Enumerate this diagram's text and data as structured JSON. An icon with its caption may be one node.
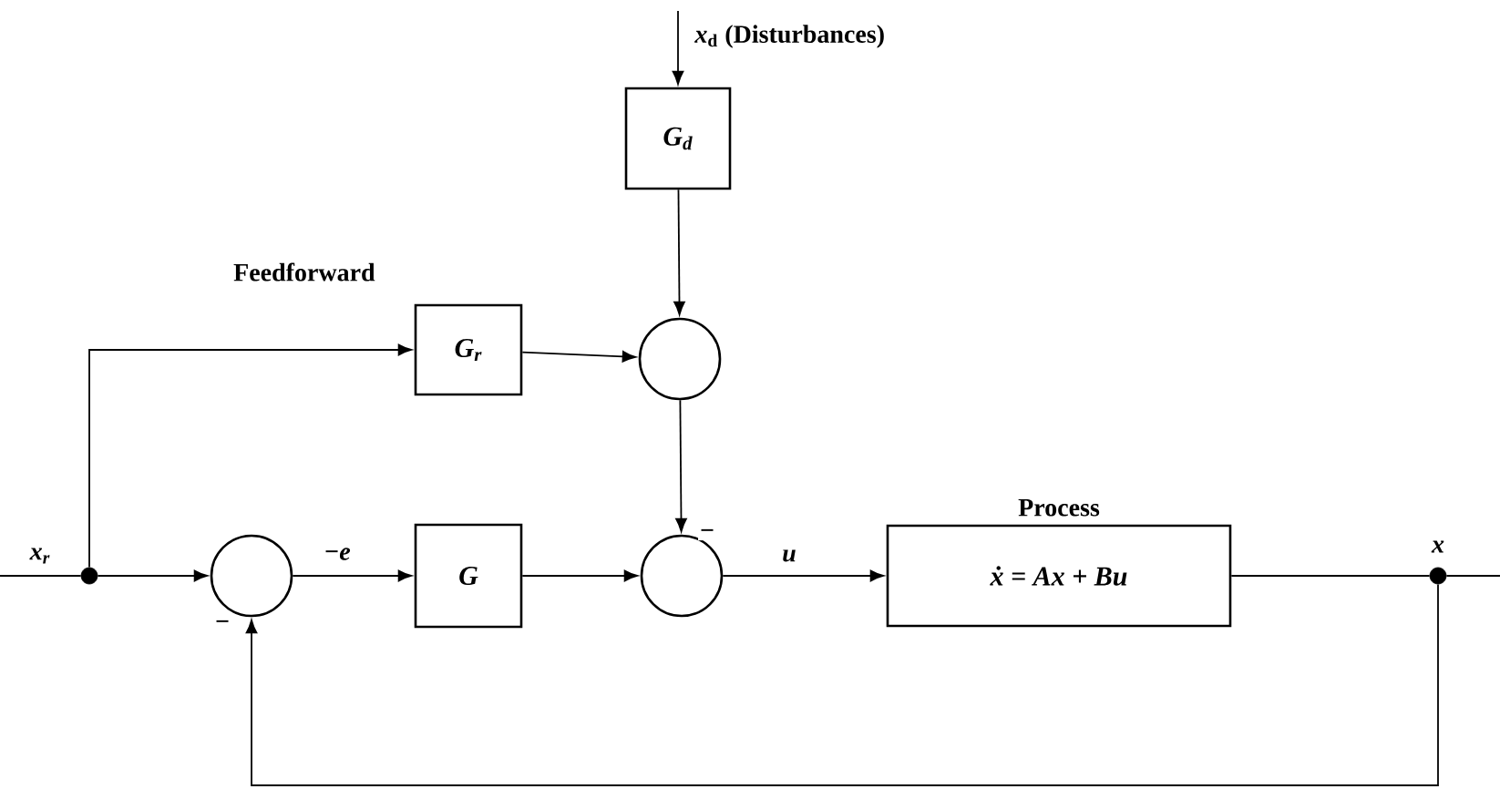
{
  "diagram": {
    "nodes": [
      {
        "text": [
          "G$_{d}$"
        ]
      },
      {
        "text": [
          "G$_{r}$"
        ],
        "beside": [
          "Feedforward"
        ]
      },
      {
        "text": [],
        "shape": "circle"
      },
      {
        "text": [],
        "shape": "circle"
      },
      {
        "text": [],
        "shape": "circle"
      },
      {
        "text": [
          "G"
        ]
      },
      {
        "text": [],
        "shape": "circle"
      },
      {
        "text": [
          "Process",
          "ẋ = Ax + Bu"
        ]
      },
      {
        "text": [],
        "shape": "circle"
      }
    ],
    "edges": [
      {
        "from": null,
        "to": 0,
        "arrow": "to",
        "label": "*x*$_{d}$ (Disturbances)"
      },
      {
        "from": 0,
        "to": 2,
        "arrow": "to"
      },
      {
        "from": 1,
        "to": 2,
        "arrow": "to"
      },
      {
        "from": null,
        "to": 3,
        "arrow": "none",
        "label": "x$_{r}$"
      },
      {
        "from": 3,
        "to": 1,
        "arrow": "to"
      },
      {
        "from": 3,
        "to": 4,
        "arrow": "to"
      },
      {
        "from": 4,
        "to": 5,
        "arrow": "to",
        "label": "−e"
      },
      {
        "from": 5,
        "to": 6,
        "arrow": "to"
      },
      {
        "from": 2,
        "to": 6,
        "arrow": "to",
        "label": "−"
      },
      {
        "from": 6,
        "to": 7,
        "arrow": "to",
        "label": "u"
      },
      {
        "from": 7,
        "to": 8,
        "arrow": "none"
      },
      {
        "from": 8,
        "to": null,
        "arrow": "none",
        "label": "x"
      },
      {
        "from": 8,
        "to": 4,
        "arrow": "to",
        "label": "−"
      }
    ]
  }
}
